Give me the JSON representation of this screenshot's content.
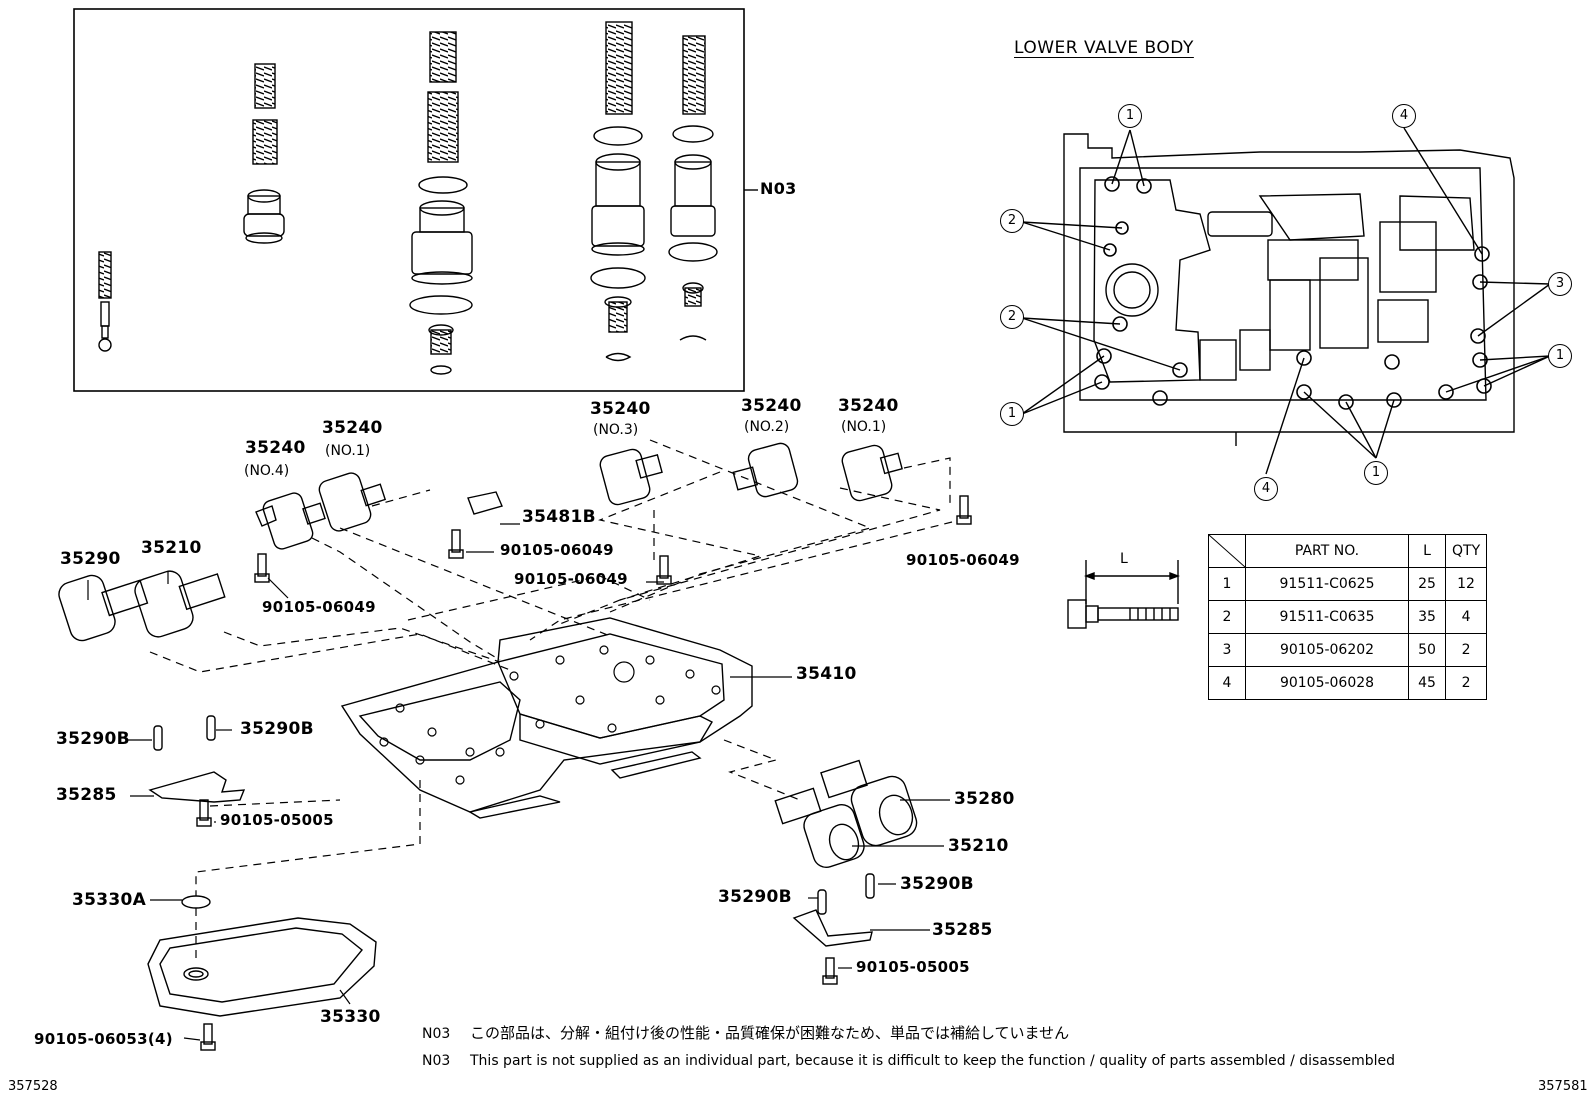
{
  "lower_valve_body": {
    "title": "LOWER VALVE BODY",
    "callouts": [
      "1",
      "1",
      "1",
      "1",
      "2",
      "2",
      "3",
      "4",
      "4"
    ]
  },
  "kit": {
    "label": "N03"
  },
  "parts": {
    "p1": "35240",
    "p1_sub": "(NO.4)",
    "p2": "35240",
    "p2_sub": "(NO.1)",
    "p3": "35240",
    "p3_sub": "(NO.3)",
    "p4": "35240",
    "p4_sub": "(NO.2)",
    "p5": "35240",
    "p5_sub": "(NO.1)",
    "p6": "35481B",
    "p7": "90105-06049",
    "p8": "90105-06049",
    "p9": "90105-06049",
    "p10": "90105-06049",
    "p11": "35290",
    "p12": "35210",
    "p13": "35410",
    "p14": "35290B",
    "p15": "35290B",
    "p16": "35285",
    "p17": "90105-05005",
    "p18": "35330A",
    "p19": "35330",
    "p20": "90105-06053(4)",
    "p21": "35280",
    "p22": "35210",
    "p23": "35290B",
    "p24": "35290B",
    "p25": "35285",
    "p26": "90105-05005"
  },
  "bolt_diagram": {
    "dim_label": "L"
  },
  "bolt_table": {
    "headers": [
      "",
      "PART NO.",
      "L",
      "QTY"
    ],
    "rows": [
      [
        "1",
        "91511-C0625",
        "25",
        "12"
      ],
      [
        "2",
        "91511-C0635",
        "35",
        "4"
      ],
      [
        "3",
        "90105-06202",
        "50",
        "2"
      ],
      [
        "4",
        "90105-06028",
        "45",
        "2"
      ]
    ]
  },
  "notes": {
    "jp_code": "N03",
    "jp_text": "この部品は、分解・組付け後の性能・品質確保が困難なため、単品では補給していません",
    "en_code": "N03",
    "en_text": "This part is not supplied as an individual part, because it is difficult to keep the function / quality of parts assembled / disassembled"
  },
  "ids": {
    "left": "357528",
    "right": "357581"
  }
}
